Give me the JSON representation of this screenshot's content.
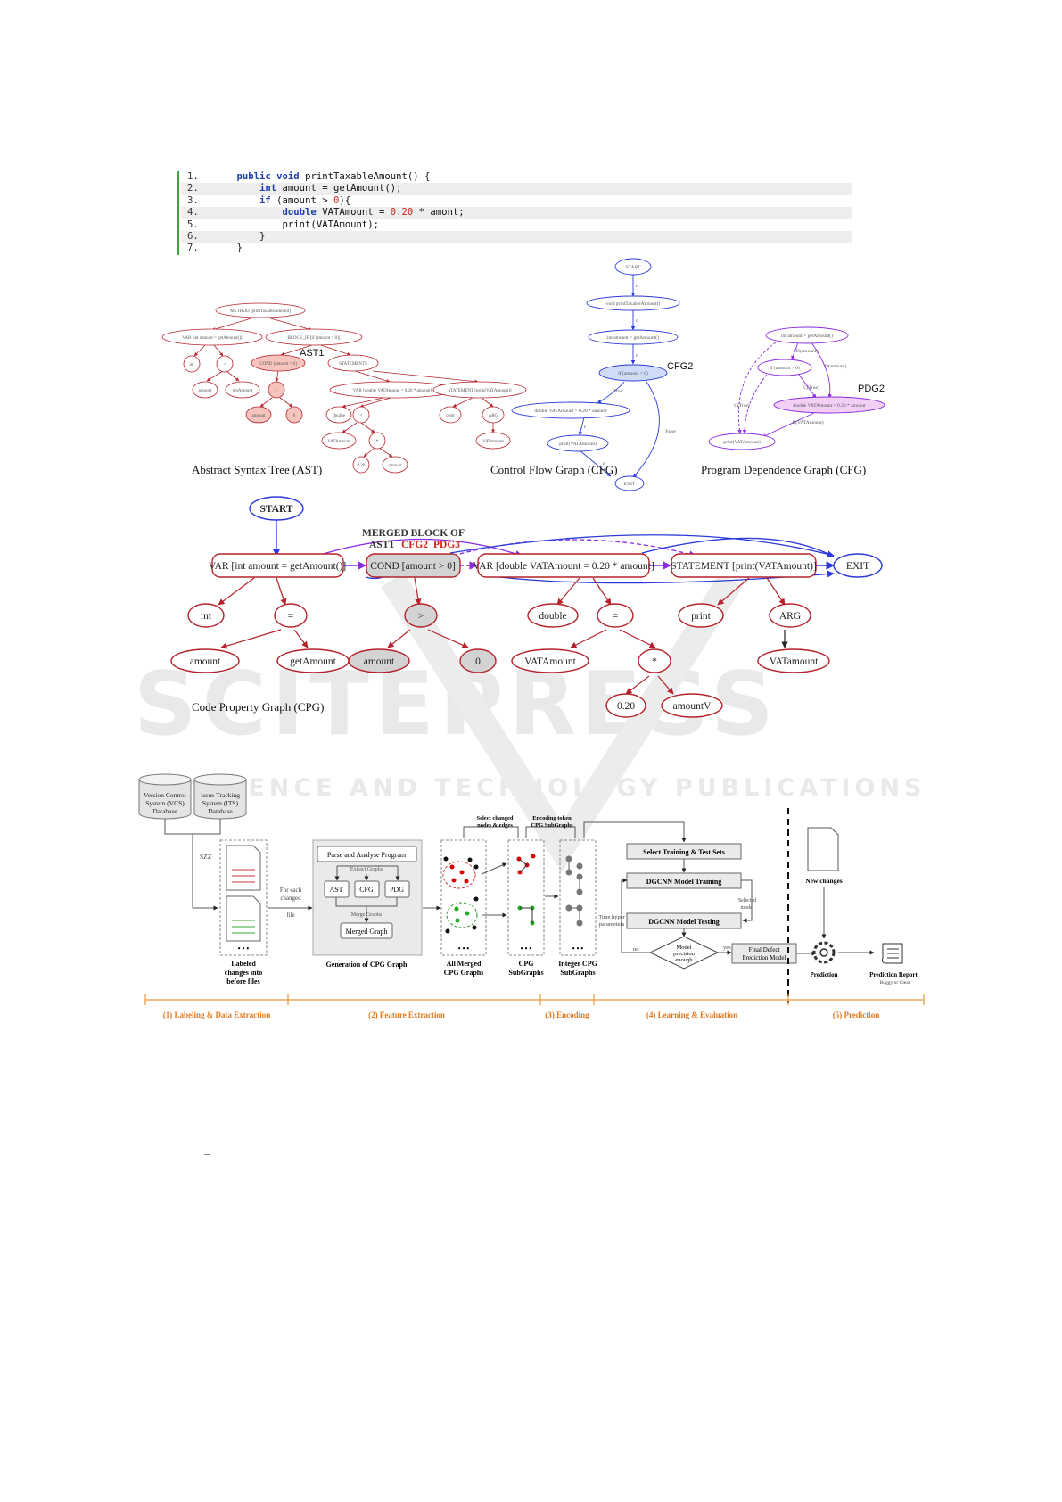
{
  "code": {
    "lines": [
      {
        "n": "1.",
        "indent": "    ",
        "parts": [
          {
            "t": "public void",
            "c": "kw"
          },
          {
            "t": " printTaxableAmount() {",
            "c": ""
          }
        ]
      },
      {
        "n": "2.",
        "indent": "        ",
        "parts": [
          {
            "t": "int",
            "c": "kw"
          },
          {
            "t": " amount = getAmount();",
            "c": ""
          }
        ]
      },
      {
        "n": "3.",
        "indent": "        ",
        "parts": [
          {
            "t": "if",
            "c": "kw"
          },
          {
            "t": " (amount > ",
            "c": ""
          },
          {
            "t": "0",
            "c": "num"
          },
          {
            "t": "){",
            "c": ""
          }
        ]
      },
      {
        "n": "4.",
        "indent": "            ",
        "parts": [
          {
            "t": "double",
            "c": "kw"
          },
          {
            "t": " VATAmount = ",
            "c": ""
          },
          {
            "t": "0.20",
            "c": "num"
          },
          {
            "t": " * amont;",
            "c": ""
          }
        ]
      },
      {
        "n": "5.",
        "indent": "            ",
        "parts": [
          {
            "t": "print(VATAmount);",
            "c": ""
          }
        ]
      },
      {
        "n": "6.",
        "indent": "        ",
        "parts": [
          {
            "t": "}",
            "c": ""
          }
        ]
      },
      {
        "n": "7.",
        "indent": "    ",
        "parts": [
          {
            "t": "}",
            "c": ""
          }
        ]
      }
    ]
  },
  "ast": {
    "caption": "Abstract Syntax Tree (AST)",
    "tag": "AST1",
    "nodes": {
      "root": "METHOD [printTaxableAmount]",
      "var": "VAR [int amount = getAmount()]",
      "block": "BLOCK_IF [if (amount > 0)]",
      "int": "int",
      "eq": "=",
      "amount": "amount",
      "getamount": "getAmount",
      "cond": "COND [amount > 0]",
      "statements": "STATEMENTS",
      "gt": ">",
      "amount2": "amount",
      "zero": "0",
      "var2": "VAR [double VATAmount = 0.20 * amount]",
      "stmt": "STATEMENT [print(VATAmount)]",
      "double": "double",
      "eq2": "=",
      "vatamount": "VATAmount",
      "mul": "*",
      "c020": "0.20",
      "amount3": "amount",
      "print": "print",
      "arg": "ARG",
      "vatamount2": "VATamount"
    }
  },
  "cfg": {
    "caption": "Control Flow Graph (CFG)",
    "tag": "CFG2",
    "nodes": {
      "start": "START",
      "method": "void printTaxableAmount()",
      "int": "int amount = getAmount()",
      "if": "if (amount > 0)",
      "double": "double VATAmount = 0.20 * amount",
      "print": "print(VATAmount)",
      "exit": "EXIT"
    },
    "edges": {
      "e": "ε",
      "true": "True",
      "false": "False"
    }
  },
  "pdg": {
    "caption": "Program Dependence Graph (CFG)",
    "tag": "PDG2",
    "nodes": {
      "int": "int amount = getAmount()",
      "if": "if (amount > 0)",
      "double": "double VATAmount = 0.20 * amount",
      "print": "print(VATAmount)"
    },
    "edges": {
      "d1": "D(amount)",
      "d2": "D(amount)",
      "ctrue1": "C(True)",
      "ctrue2": "C(True)",
      "dvat": "D(VATAmount)"
    }
  },
  "cpg": {
    "caption": "Code Property Graph (CPG)",
    "merged_label_1": "MERGED BLOCK OF",
    "merged_label_2": [
      "AST1",
      "CFG2",
      "PDG3"
    ],
    "nodes": {
      "start": "START",
      "var": "VAR [int amount = getAmount()]",
      "cond": "COND [amount > 0]",
      "var2": "VAR [double VATAmount = 0.20 * amount]",
      "stmt": "STATEMENT [print(VATAmount)]",
      "exit": "EXIT",
      "int": "int",
      "eq": "=",
      "gt": ">",
      "double": "double",
      "eq2": "=",
      "print": "print",
      "arg": "ARG",
      "amount": "amount",
      "getamount": "getAmount",
      "amount2": "amount",
      "zero": "0",
      "vatamount": "VATAmount",
      "mul": "*",
      "vatamount2": "VATamount",
      "c020": "0.20",
      "amountv": "amountV"
    }
  },
  "watermark": {
    "title": "SCITEPRESS",
    "subtitle": "SCIENCE AND TECHNOLOGY PUBLICATIONS"
  },
  "pipeline": {
    "db1": [
      "Version Control",
      "System (VCS)",
      "Database"
    ],
    "db2": [
      "Issue Tracking",
      "System (ITS)",
      "Database"
    ],
    "szz": "SZZ",
    "for_each": [
      "For each",
      "changed",
      "file"
    ],
    "labeled": [
      "Labeled",
      "changes into",
      "before files"
    ],
    "dots": "• • •",
    "parse": "Parse and Analyse Program",
    "extract": "Extract Graphs",
    "ast": "AST",
    "cfg": "CFG",
    "pdg": "PDG",
    "merge": "Merge Graphs",
    "merged_graph": "Merged Graph",
    "generation": "Generation of CPG Graph",
    "select_changed": [
      "Select changed",
      "nodes & edges"
    ],
    "encoding_token": [
      "Encoding token",
      "CPG SubGraphs"
    ],
    "all_merged": [
      "All Merged",
      "CPG Graphs"
    ],
    "cpg_sub": [
      "CPG",
      "SubGraphs"
    ],
    "integer_cpg": [
      "Integer CPG",
      "SubGraphs"
    ],
    "select_sets": "Select Training & Test Sets",
    "training": "DGCNN Model Training",
    "testing": "DGCNN Model Testing",
    "selected_model": [
      "Selected",
      "model"
    ],
    "tune": [
      "Tune hyper",
      "parameters"
    ],
    "no": "no",
    "yes": "yes",
    "decision": [
      "Model",
      "precision",
      "enough"
    ],
    "final": [
      "Final Defect",
      "Prediction Model"
    ],
    "new_changes": "New changes",
    "prediction": "Prediction",
    "report": "Prediction Report",
    "report_sub": "Buggy or Clean",
    "phases": [
      "(1) Labeling & Data Extraction",
      "(2) Feature Extraction",
      "(3) Encoding",
      "(4) Learning & Evaluation",
      "(5) Prediction"
    ]
  },
  "colors": {
    "red": "#b5222b",
    "blue": "#2b3ad8",
    "purple": "#8a2be2",
    "orange": "#e8963a",
    "green": "#2e8b2e",
    "accent": "#d0231b"
  },
  "stray_mark": "–"
}
